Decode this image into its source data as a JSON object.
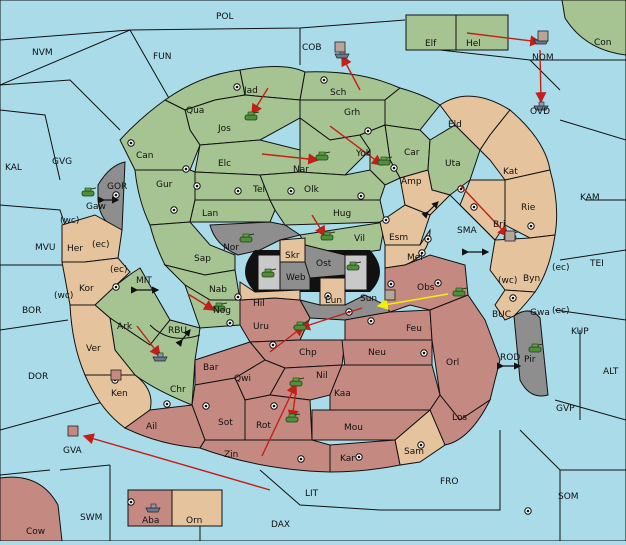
{
  "map": {
    "sea_labels": {
      "pol": "POL",
      "nvm": "NVM",
      "fun": "FUN",
      "cob": "COB",
      "nom": "NOM",
      "con": "Con",
      "ovd": "OVD",
      "kal": "KAL",
      "gvg": "GVG",
      "gor": "GOR",
      "kam": "KAM",
      "sma": "SMA",
      "mvu": "MVU",
      "mit": "MIT",
      "bor": "BOR",
      "tei": "TEI",
      "rbu": "RBU",
      "buc": "BUC",
      "kup": "KUP",
      "dor": "DOR",
      "rod": "ROD",
      "alt": "ALT",
      "gvp": "GVP",
      "gva": "GVA",
      "fro": "FRO",
      "lit": "LIT",
      "som": "SOM",
      "swm": "SWM",
      "dax": "DAX",
      "cow": "Cow"
    },
    "land_labels": {
      "elf": "Elf",
      "hel": "Hel",
      "jad": "Jad",
      "sch": "Sch",
      "qua": "Qua",
      "jos": "Jos",
      "grh": "Grh",
      "eld": "Eld",
      "can": "Can",
      "car": "Car",
      "elc": "Elc",
      "nar": "Nar",
      "yok": "Yok",
      "uta": "Uta",
      "kat": "Kat",
      "gaw": "Gaw",
      "tel": "Tel",
      "olk": "Olk",
      "amp": "Amp",
      "gur": "Gur",
      "lan": "Lan",
      "hug": "Hug",
      "rie": "Rie",
      "bri": "Bri",
      "her": "Her",
      "nor": "Nor",
      "vil": "Vil",
      "esm": "Esm",
      "skr": "Skr",
      "sap": "Sap",
      "ost": "Ost",
      "mel": "Mel",
      "web": "Web",
      "kor": "Kor",
      "nab": "Nab",
      "obs": "Obs",
      "byn": "Byn",
      "eun": "Eun",
      "sun": "Sun",
      "hil": "Hil",
      "nog": "Nog",
      "gwa": "Gwa",
      "ark": "Ark",
      "uru": "Uru",
      "feu": "Feu",
      "pir": "Pir",
      "ver": "Ver",
      "chp": "Chp",
      "neu": "Neu",
      "bar": "Bar",
      "qwi": "Qwi",
      "orl": "Orl",
      "nil": "Nil",
      "chr": "Chr",
      "ken": "Ken",
      "kaa": "Kaa",
      "sot": "Sot",
      "rot": "Rot",
      "ail": "Ail",
      "mou": "Mou",
      "los": "Los",
      "zin": "Zin",
      "kar": "Kar",
      "sam": "Sam",
      "aba": "Aba",
      "orn": "Orn"
    },
    "coast_labels": {
      "wc1": "(wc)",
      "ec1": "(ec)",
      "ec2": "(ec)",
      "wc2": "(wc)",
      "wc3": "(wc)",
      "ec3": "(ec)",
      "ec4": "(ec)"
    },
    "colors": {
      "sea": "#a9dbe9",
      "green": "#a6c392",
      "tan": "#e5c39c",
      "red": "#c48a82",
      "gray": "#8e8e8e",
      "neutral": "#c9c9c9",
      "order": "#c41f17",
      "support": "#f0f000"
    },
    "icons": {
      "army": "tank-icon",
      "fleet": "ship-icon",
      "supply_center": "supply-center-icon",
      "move_arrow": "arrow-icon",
      "strait": "double-arrow-icon"
    }
  }
}
